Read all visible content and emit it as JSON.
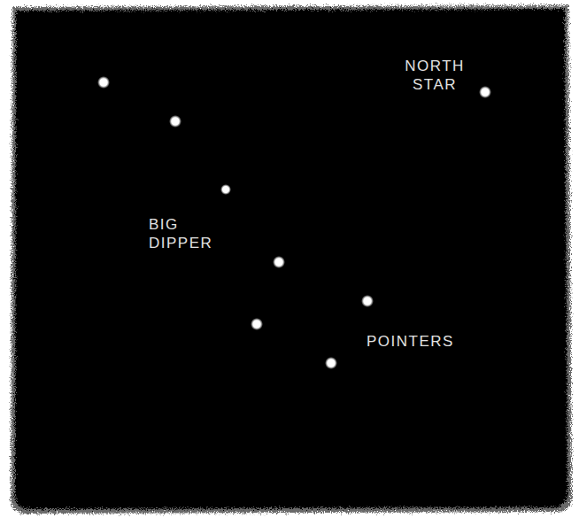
{
  "diagram": {
    "labels": [
      "NORTH STAR",
      "BIG DIPPER",
      "POINTERS"
    ]
  }
}
